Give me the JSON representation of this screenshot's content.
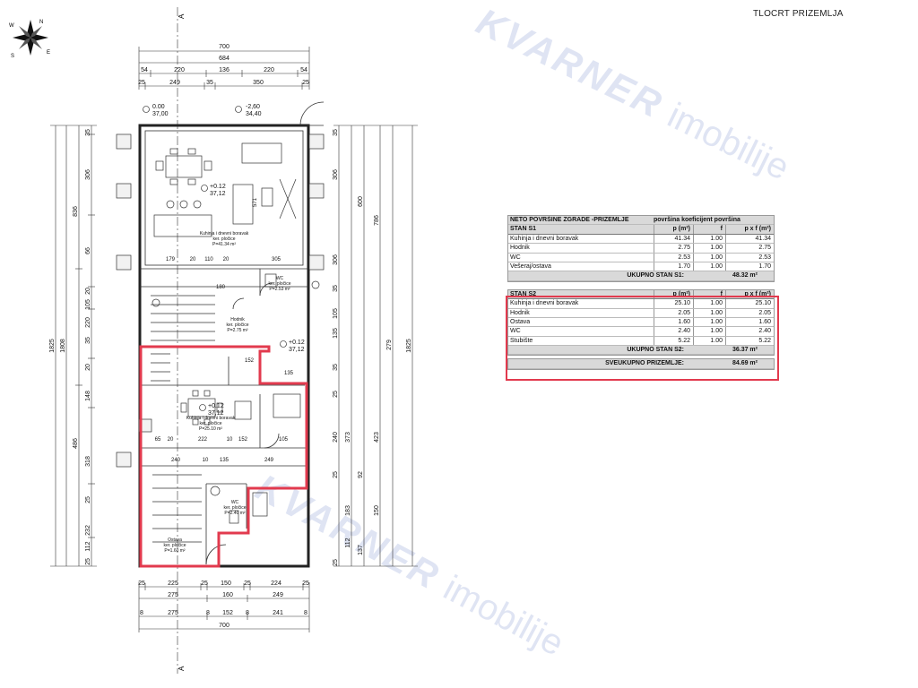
{
  "sheet_title": "TLOCRT PRIZEMLJA",
  "watermark": {
    "brand": "KVARNER",
    "sub": "imobilije"
  },
  "compass": {
    "letters": [
      "N",
      "S",
      "E",
      "W"
    ]
  },
  "plan": {
    "section_mark": "A",
    "levels": [
      {
        "value": "0.00",
        "sub": "37,00"
      },
      {
        "value": "-2,60",
        "sub": "34,40"
      },
      {
        "value": "+0.12",
        "sub": "37,12"
      },
      {
        "value": "+0.12",
        "sub": "37,12"
      },
      {
        "value": "+0.12",
        "sub": "37,12"
      }
    ],
    "top_dims": {
      "row1": [
        "700"
      ],
      "row2": [
        "684"
      ],
      "row3": [
        "54",
        "220",
        "136",
        "220",
        "54"
      ],
      "row4": [
        "25",
        "249",
        "35",
        "350",
        "25"
      ]
    },
    "bottom_dims": {
      "row1": [
        "25",
        "225",
        "25",
        "150",
        "25",
        "224",
        "25"
      ],
      "row2": [
        "275",
        "160",
        "249"
      ],
      "row3": [
        "8",
        "275",
        "8",
        "152",
        "8",
        "241",
        "8"
      ],
      "row4": [
        "700"
      ]
    },
    "left_dims": [
      "1825",
      "1808",
      "35",
      "306",
      "836",
      "66",
      "20",
      "105",
      "220",
      "35",
      "20",
      "148",
      "486",
      "318",
      "25",
      "232",
      "112",
      "25"
    ],
    "right_dims": [
      "35",
      "306",
      "600",
      "786",
      "306",
      "35",
      "105",
      "135",
      "35",
      "25",
      "240",
      "373",
      "423",
      "279",
      "1825",
      "92",
      "25",
      "183",
      "150",
      "112",
      "137",
      "25"
    ],
    "interior_dims": [
      "179",
      "20",
      "110",
      "20",
      "305",
      "180",
      "135",
      "240",
      "10",
      "135",
      "249",
      "65",
      "20",
      "222",
      "10",
      "152",
      "105",
      "571",
      "152"
    ],
    "rooms": [
      {
        "name": "Kuhinja i dnevni boravak",
        "floor": "ker. pločice",
        "area": "P=41.34 m²"
      },
      {
        "name": "WC",
        "floor": "ker. pločice",
        "area": "P=2.53 m²"
      },
      {
        "name": "Hodnik",
        "floor": "ker. pločice",
        "area": "P=2.75 m²"
      },
      {
        "name": "Kuhinja i dnevni boravak",
        "floor": "ker. pločice",
        "area": "P=25.10 m²"
      },
      {
        "name": "WC",
        "floor": "ker. pločice",
        "area": "P=2.40 m²"
      },
      {
        "name": "Ostava",
        "floor": "ker. pločice",
        "area": "P=1.60 m²"
      }
    ]
  },
  "area_table": {
    "header": {
      "title": "NETO POVRŠINE ZGRADE -PRIZEMLJE",
      "cols": "površina koeficijent  površina"
    },
    "sections": [
      {
        "name": "STAN S1",
        "col_p": "p (m²)",
        "col_f": "f",
        "col_pf": "p x f (m²)",
        "rows": [
          {
            "name": "Kuhinja i dnevni boravak",
            "p": "41.34",
            "f": "1.00",
            "pf": "41.34"
          },
          {
            "name": "Hodnik",
            "p": "2.75",
            "f": "1.00",
            "pf": "2.75"
          },
          {
            "name": "WC",
            "p": "2.53",
            "f": "1.00",
            "pf": "2.53"
          },
          {
            "name": "Vešeraj/ostava",
            "p": "1.70",
            "f": "1.00",
            "pf": "1.70"
          }
        ],
        "total_label": "UKUPNO STAN S1:",
        "total_value": "48.32 m²"
      },
      {
        "name": "STAN S2",
        "col_p": "p (m²)",
        "col_f": "f",
        "col_pf": "p x f (m²)",
        "rows": [
          {
            "name": "Kuhinja i dnevni boravak",
            "p": "25.10",
            "f": "1.00",
            "pf": "25.10"
          },
          {
            "name": "Hodnik",
            "p": "2.05",
            "f": "1.00",
            "pf": "2.05"
          },
          {
            "name": "Ostava",
            "p": "1.60",
            "f": "1.00",
            "pf": "1.60"
          },
          {
            "name": "WC",
            "p": "2.40",
            "f": "1.00",
            "pf": "2.40"
          },
          {
            "name": "Stubište",
            "p": "5.22",
            "f": "1.00",
            "pf": "5.22"
          }
        ],
        "total_label": "UKUPNO STAN S2:",
        "total_value": "36.37 m²"
      }
    ],
    "grand_total_label": "SVEUKUPNO PRIZEMLJE:",
    "grand_total_value": "84.69 m²"
  },
  "colors": {
    "highlight": "#e23a4e",
    "watermark": "#3a59b4",
    "table_header": "#d9d9d9"
  }
}
